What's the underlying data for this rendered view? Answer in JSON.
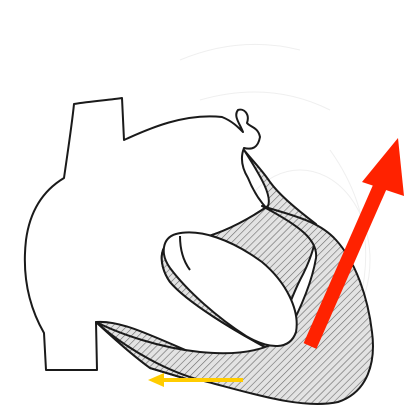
{
  "figure": {
    "type": "line-drawing",
    "subject": "heart-outline",
    "hatched_region": "left-ventricle-wall",
    "colors": {
      "outline": "#1a1a1a",
      "hatch": "#555555",
      "hatch_fill": "#d9d9d9",
      "background": "#ffffff",
      "large_arrow": "#ff2200",
      "small_arrow": "#ffcc00"
    },
    "arrows": [
      {
        "name": "large-arrow",
        "color": "#ff2200",
        "direction": "up-right"
      },
      {
        "name": "small-arrow",
        "color": "#ffcc00",
        "direction": "left"
      }
    ]
  }
}
